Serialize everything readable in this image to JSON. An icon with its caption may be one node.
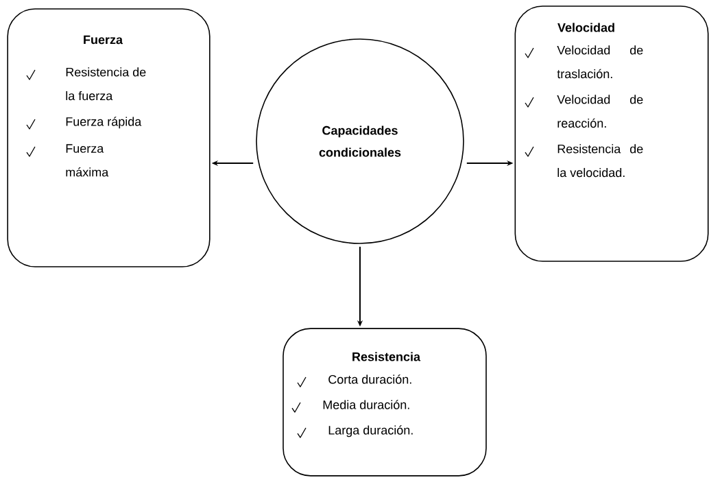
{
  "diagram": {
    "nodes": [
      {
        "text": [
          "Capacidades condicionales"
        ]
      },
      {
        "text": [
          "Fuerza",
          "Resistencia de la fuerza",
          "Fuerza rápida",
          "Fuerza máxima"
        ]
      },
      {
        "text": [
          "Velocidad",
          "Velocidad de traslación.",
          "Velocidad de reacción.",
          "Resistencia de la velocidad."
        ]
      },
      {
        "text": [
          "Resistencia",
          "Corta duración.",
          "Media duración.",
          "Larga duración."
        ]
      }
    ],
    "edges": [
      {
        "from": 0,
        "to": 1,
        "arrow": "to"
      },
      {
        "from": 0,
        "to": 2,
        "arrow": "to"
      },
      {
        "from": 0,
        "to": 3,
        "arrow": "to"
      }
    ]
  }
}
